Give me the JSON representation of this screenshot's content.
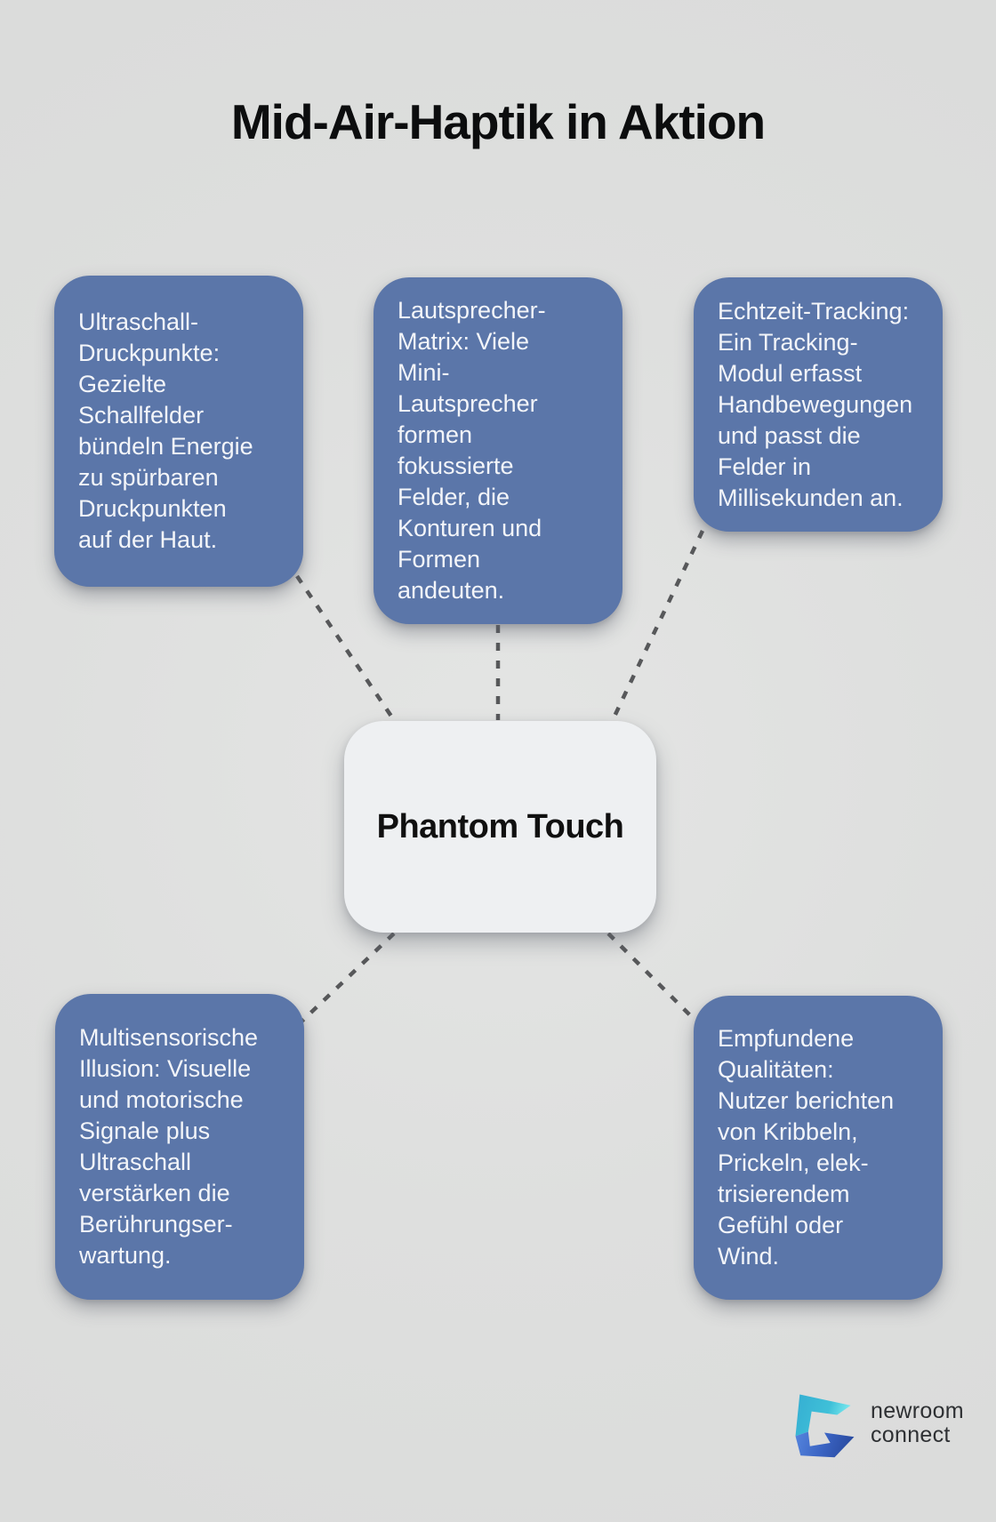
{
  "title": "Mid-Air-Haptik in Aktion",
  "center_node": {
    "label": "Phantom Touch"
  },
  "nodes": [
    {
      "id": "ultraschall-druckpunkte",
      "lines": [
        "Ultraschall-",
        "Druckpunkte:",
        "Gezielte",
        "Schallfelder",
        "bündeln Energie",
        "zu spürbaren",
        "Druckpunkten",
        "auf der Haut."
      ]
    },
    {
      "id": "lautsprecher-matrix",
      "lines": [
        "Lautsprecher-",
        "Matrix: Viele",
        "Mini-",
        "Lautsprecher",
        "formen",
        "fokussierte",
        "Felder, die",
        "Konturen und",
        "Formen",
        "andeuten."
      ]
    },
    {
      "id": "echtzeit-tracking",
      "lines": [
        "Echtzeit-Tracking:",
        "Ein Tracking-",
        "Modul erfasst",
        "Handbewegungen",
        "und passt die",
        "Felder in",
        "Millisekunden an."
      ]
    },
    {
      "id": "multisensorische-illusion",
      "lines": [
        "Multisensorische",
        "Illusion: Visuelle",
        "und motorische",
        "Signale plus",
        "Ultraschall",
        "verstärken die",
        "Berührungser-",
        "wartung."
      ]
    },
    {
      "id": "empfundene-qualitaeten",
      "lines": [
        "Empfundene",
        "Qualitäten:",
        "Nutzer berichten",
        "von Kribbeln,",
        "Prickeln, elek-",
        "trisierendem",
        "Gefühl oder",
        "Wind."
      ]
    }
  ],
  "logo": {
    "line1": "newroom",
    "line2": "connect"
  },
  "colors": {
    "background": "#dfe0df",
    "node_fill": "#5b76a9",
    "node_text": "#f3f5f9",
    "center_fill": "#eef0f2",
    "center_text": "#101010",
    "title_text": "#0c0d0e",
    "connector": "#57585a",
    "logo_teal": "#3fc0d8",
    "logo_cyan_tip": "#7ae8ee",
    "logo_blue": "#4e7fd8",
    "logo_navy": "#2a4ba0",
    "logo_text": "#2e3033"
  }
}
